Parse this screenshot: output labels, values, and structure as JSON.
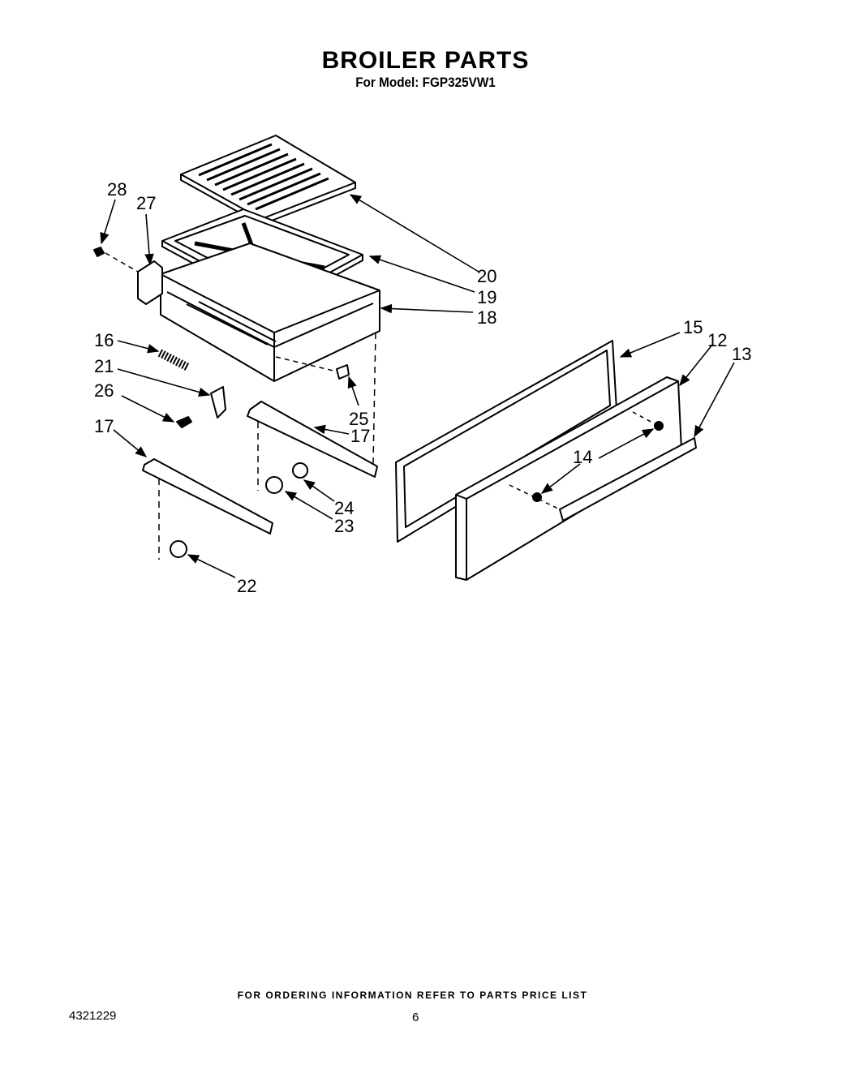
{
  "header": {
    "title": "BROILER PARTS",
    "subtitle": "For Model: FGP325VW1"
  },
  "callouts": [
    {
      "id": "c28",
      "text": "28"
    },
    {
      "id": "c27",
      "text": "27"
    },
    {
      "id": "c20",
      "text": "20"
    },
    {
      "id": "c19",
      "text": "19"
    },
    {
      "id": "c18",
      "text": "18"
    },
    {
      "id": "c16",
      "text": "16"
    },
    {
      "id": "c21",
      "text": "21"
    },
    {
      "id": "c26",
      "text": "26"
    },
    {
      "id": "c25",
      "text": "25"
    },
    {
      "id": "c17a",
      "text": "17"
    },
    {
      "id": "c17b",
      "text": "17"
    },
    {
      "id": "c24",
      "text": "24"
    },
    {
      "id": "c23",
      "text": "23"
    },
    {
      "id": "c22",
      "text": "22"
    },
    {
      "id": "c15",
      "text": "15"
    },
    {
      "id": "c12",
      "text": "12"
    },
    {
      "id": "c13",
      "text": "13"
    },
    {
      "id": "c14",
      "text": "14"
    }
  ],
  "footer": {
    "note": "FOR ORDERING INFORMATION REFER TO PARTS PRICE LIST",
    "doc_number": "4321229",
    "page_number": "6"
  }
}
